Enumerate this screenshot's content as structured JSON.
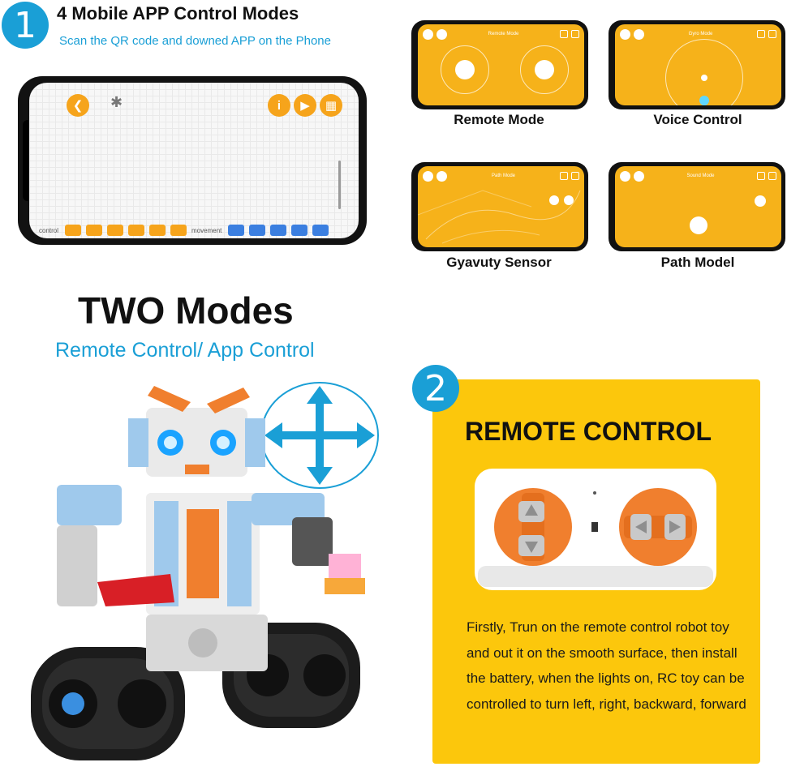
{
  "header": {
    "step1_number": "1",
    "title": "4 Mobile APP Control Modes",
    "subtitle": "Scan the QR code and downed APP on the Phone"
  },
  "big_phone": {
    "bottom_label_left": "control",
    "bottom_label_mid": "movement"
  },
  "modes": [
    {
      "label": "Remote Mode",
      "screen_title": "Remote Mode"
    },
    {
      "label": "Voice Control",
      "screen_title": "Gyro Mode"
    },
    {
      "label": "Gyavuty Sensor",
      "screen_title": "Path Mode"
    },
    {
      "label": "Path Model",
      "screen_title": "Sound Mode"
    }
  ],
  "two_modes": {
    "title": "TWO Modes",
    "subtitle": "Remote Control/ App Control"
  },
  "remote_section": {
    "step2_number": "2",
    "title": "REMOTE CONTROL",
    "description": "Firstly, Trun on the remote control robot toy and out it on the smooth surface, then install the battery, when the lights on, RC toy can be controlled to turn left, right, backward, forward"
  },
  "colors": {
    "badge_blue": "#1a9fd6",
    "app_orange": "#f6a41b",
    "panel_yellow": "#fcc70c",
    "remote_orange": "#f07f2e"
  }
}
